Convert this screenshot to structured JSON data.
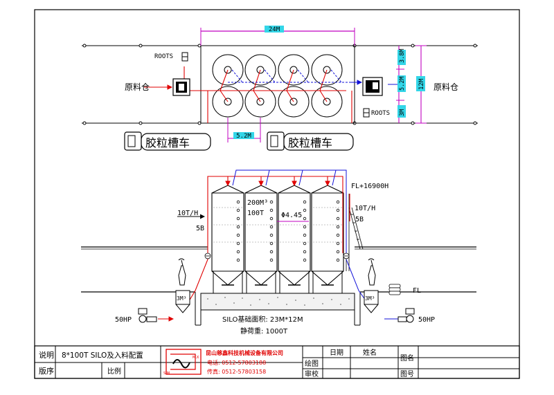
{
  "plan": {
    "width_dim": "24M",
    "dim_3_8": "3.8M",
    "dim_5_2_right": "5.2M",
    "dim_12": "12M",
    "dim_3": "3M",
    "dim_5_2_bottom": "5.2M",
    "roots_top": "ROOTS",
    "roots_right": "ROOTS",
    "raw_left": "原料仓",
    "raw_right": "原料仓",
    "truck_left": "胶粒槽车",
    "truck_right": "胶粒槽车"
  },
  "elevation": {
    "fl_top": "FL+16900H",
    "rate_left": "10T/H",
    "rate_right": "10T/H",
    "pipe_left": "5B",
    "pipe_right": "5B",
    "silo_volume": "200M³",
    "silo_capacity": "100T",
    "silo_diameter": "Φ4.45",
    "fl_ground": "FL",
    "motor_left": "50HP",
    "motor_right": "50HP",
    "hopper_left": "3M³",
    "hopper_right": "3M³",
    "foundation_area": "SILO基础面积: 23M*12M",
    "static_load": "静荷重: 1000T"
  },
  "title_block": {
    "label_description": "说明",
    "description": "8*100T SILO及入料配置",
    "label_version": "版序",
    "label_scale": "比例",
    "company": "昆山慈鑫科技机械设备有限公司",
    "phone": "电话: 0512-57803188",
    "fax": "传真: 0512-57803158",
    "logo_m": "M.X",
    "logo_s": "S.M",
    "label_draw": "绘图",
    "label_review": "审校",
    "label_date": "日期",
    "label_name": "姓名",
    "label_drawing_name": "图名",
    "label_drawing_no": "图号"
  },
  "colors": {
    "line": "#000000",
    "dim_magenta": "#c000c0",
    "dim_fill": "#33d6e8",
    "feed_red": "#e00000",
    "vent_blue": "#1010d8"
  }
}
